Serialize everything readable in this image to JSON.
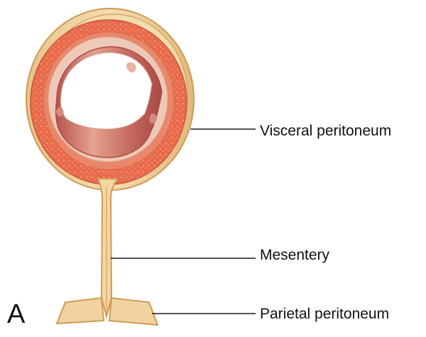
{
  "panel_letter": "A",
  "labels": {
    "visceral": "Visceral peritoneum",
    "mesentery": "Mesentery",
    "parietal": "Parietal peritoneum"
  },
  "colors": {
    "peritoneum_fill": "#f1d7a8",
    "peritoneum_outline": "#cf9b52",
    "muscle_outer": "#e86b4c",
    "muscle_speckle": "#f08a64",
    "submucosa": "#ecc3b0",
    "lumen_wall": "#c6625a",
    "lumen_wall_light": "#e3a08e",
    "leader_line": "#1a1a1a"
  }
}
